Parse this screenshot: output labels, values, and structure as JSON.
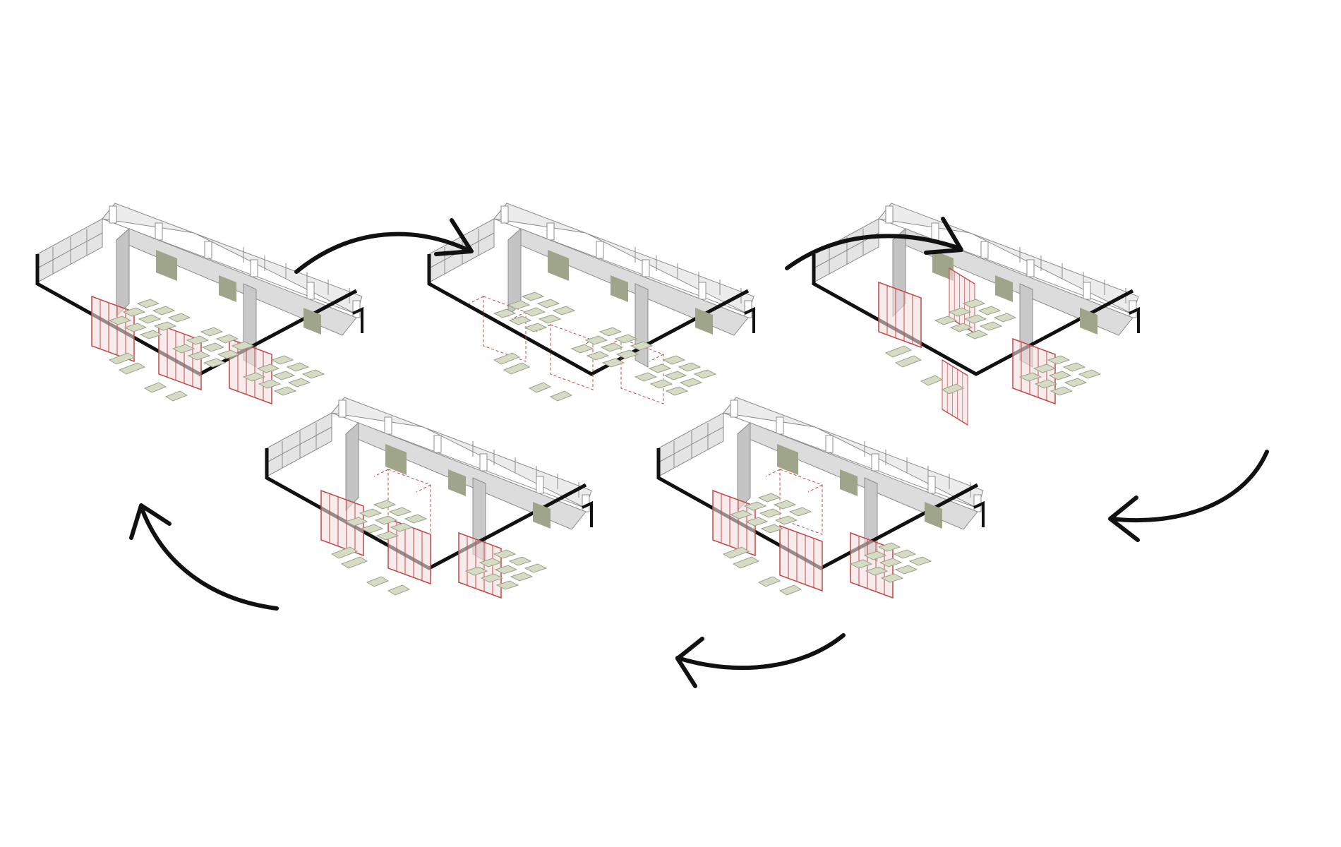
{
  "diagram": {
    "kind": "cycle",
    "colors": {
      "background": "#ffffff",
      "wall": "#dcdcdc",
      "wall_light": "#ececec",
      "wall_shadow": "#c4c4c4",
      "floor": "#ffffff",
      "edge": "#111111",
      "line": "#8c8c8c",
      "furniture": "#d6dcc4",
      "furniture_edge": "#9aa18a",
      "board": "#9ea58a",
      "partition": "#c04848",
      "arrow": "#111111"
    },
    "stages": [
      {
        "id": "stage-1",
        "layout": "partitions-closed"
      },
      {
        "id": "stage-2",
        "layout": "partitions-open"
      },
      {
        "id": "stage-3",
        "layout": "partitions-rotated"
      },
      {
        "id": "stage-4",
        "layout": "partitions-half-open"
      },
      {
        "id": "stage-5",
        "layout": "partitions-rearranged"
      }
    ],
    "arrows": [
      {
        "id": "arrow-1",
        "from": "stage-1",
        "to": "stage-2",
        "icon": "curved-arrow-right-icon"
      },
      {
        "id": "arrow-2",
        "from": "stage-2",
        "to": "stage-3",
        "icon": "curved-arrow-right-icon"
      },
      {
        "id": "arrow-3",
        "from": "stage-3",
        "to": "stage-4",
        "icon": "curved-arrow-down-left-icon"
      },
      {
        "id": "arrow-4",
        "from": "stage-4",
        "to": "stage-5",
        "icon": "curved-arrow-left-icon"
      },
      {
        "id": "arrow-5",
        "from": "stage-5",
        "to": "stage-1",
        "icon": "curved-arrow-up-left-icon"
      }
    ]
  }
}
